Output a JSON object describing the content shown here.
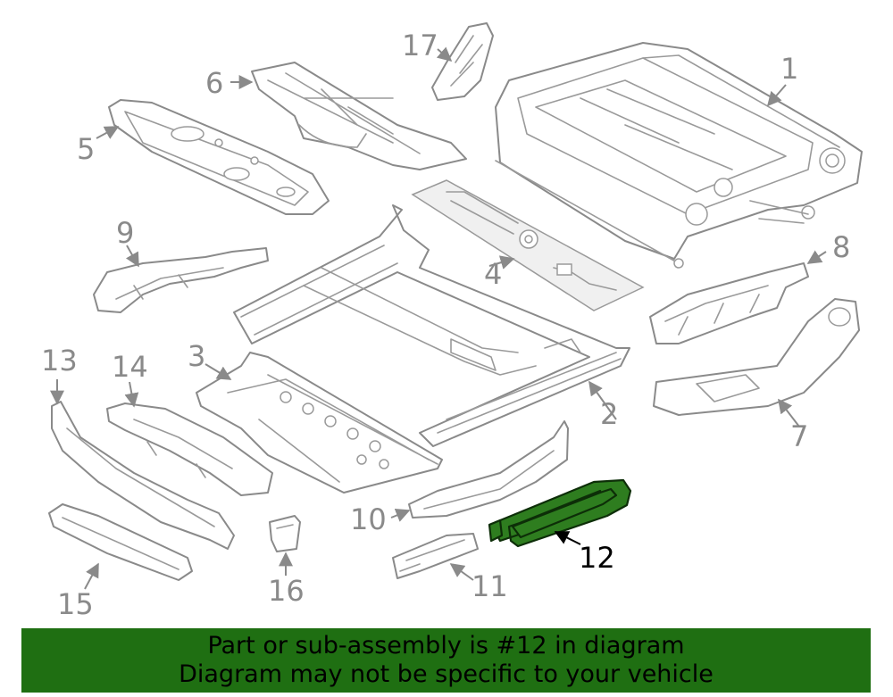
{
  "callouts": {
    "c1": "1",
    "c2": "2",
    "c3": "3",
    "c4": "4",
    "c5": "5",
    "c6": "6",
    "c7": "7",
    "c8": "8",
    "c9": "9",
    "c10": "10",
    "c11": "11",
    "c12": "12",
    "c13": "13",
    "c14": "14",
    "c15": "15",
    "c16": "16",
    "c17": "17"
  },
  "highlighted_part": "12",
  "colors": {
    "highlight_fill": "#2e7d1f",
    "banner_bg": "#1f6f12",
    "line_gray": "#8a8a8a"
  },
  "banner": {
    "line1": "Part or sub-assembly is #12 in diagram",
    "line2": "Diagram may not be specific to your vehicle"
  }
}
